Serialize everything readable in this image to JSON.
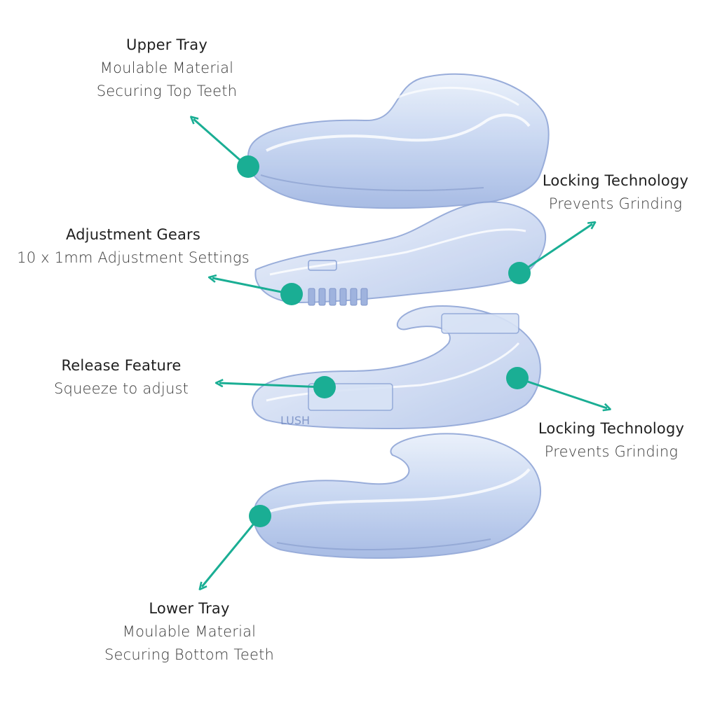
{
  "accent_color": "#1aae94",
  "callouts": {
    "upper_tray": {
      "title": "Upper Tray",
      "lines": [
        "Moulable Material",
        "Securing Top Teeth"
      ]
    },
    "locking_top": {
      "title": "Locking Technology",
      "lines": [
        "Prevents Grinding"
      ]
    },
    "adjustment_gears": {
      "title": "Adjustment Gears",
      "lines": [
        "10 x 1mm Adjustment Settings"
      ]
    },
    "release_feature": {
      "title": "Release Feature",
      "lines": [
        "Squeeze to adjust"
      ]
    },
    "locking_bottom": {
      "title": "Locking Technology",
      "lines": [
        "Prevents Grinding"
      ]
    },
    "lower_tray": {
      "title": "Lower Tray",
      "lines": [
        "Moulable Material",
        "Securing Bottom Teeth"
      ]
    }
  },
  "illustration": {
    "subject": "exploded mouthguard-icon",
    "lettering": "LUSH"
  }
}
